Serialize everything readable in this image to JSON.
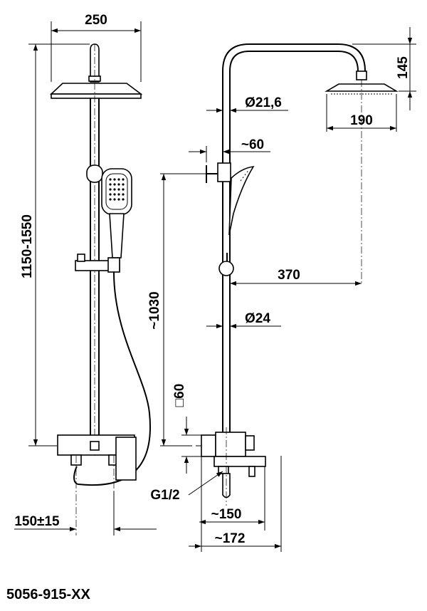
{
  "dimensions": {
    "head_width_front": "250",
    "height_range": "1150-1550",
    "hand_shower_height": "~1030",
    "inlet_spacing": "150±15",
    "pipe_diameter_top": "Ø21,6",
    "bracket_offset": "~60",
    "arm_height": "145",
    "head_width_side": "190",
    "arm_reach": "370",
    "pipe_diameter_lower": "Ø24",
    "mixer_body_square": "□60",
    "thread_size": "G1/2",
    "spout_depth_1": "~150",
    "spout_depth_2": "~172"
  },
  "product_code": "5056-915-XX"
}
